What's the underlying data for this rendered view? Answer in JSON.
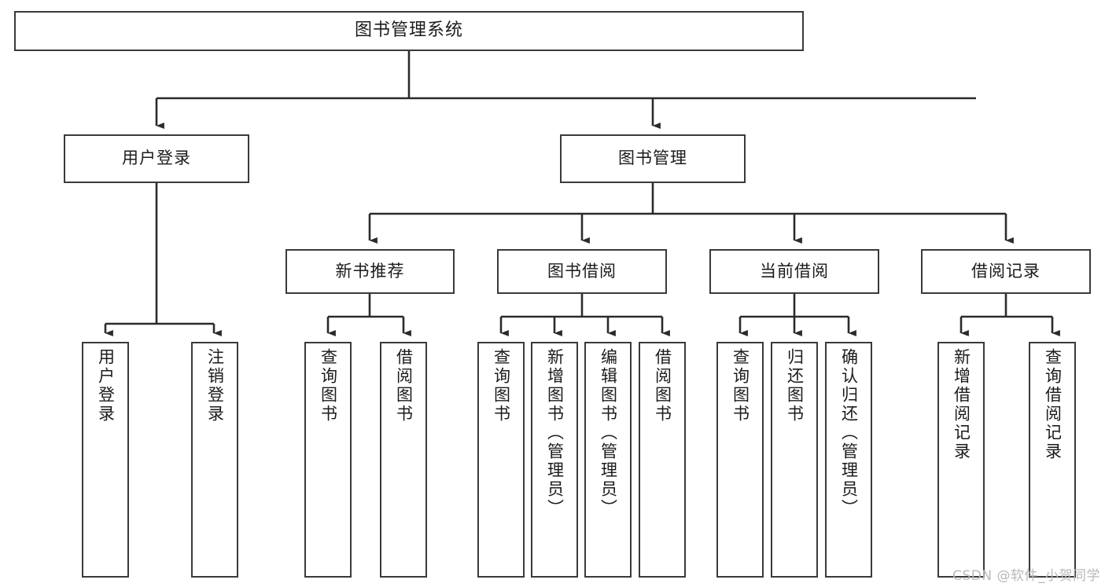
{
  "diagram": {
    "title": "图书管理系统",
    "type": "tree",
    "orientation": "top-down",
    "colors": {
      "background": "#ffffff",
      "node_border": "#3a3a3a",
      "node_fill": "#ffffff",
      "connector": "#2b2b2b",
      "text": "#1b1b1b",
      "watermark": "#b9b9b9"
    }
  },
  "root": {
    "label": "图书管理系统"
  },
  "level2": [
    {
      "label": "用户登录"
    },
    {
      "label": "图书管理"
    }
  ],
  "level3": [
    {
      "label": "新书推荐"
    },
    {
      "label": "图书借阅"
    },
    {
      "label": "当前借阅"
    },
    {
      "label": "借阅记录"
    }
  ],
  "leaves": {
    "user_login": [
      {
        "label": "用户登录"
      },
      {
        "label": "注销登录"
      }
    ],
    "new_book_recommend": [
      {
        "label": "查询图书"
      },
      {
        "label": "借阅图书"
      }
    ],
    "book_borrow": [
      {
        "label": "查询图书"
      },
      {
        "label": "新增图书（管理员）"
      },
      {
        "label": "编辑图书（管理员）"
      },
      {
        "label": "借阅图书"
      }
    ],
    "current_borrow": [
      {
        "label": "查询图书"
      },
      {
        "label": "归还图书"
      },
      {
        "label": "确认归还（管理员）"
      }
    ],
    "borrow_records": [
      {
        "label": "新增借阅记录"
      },
      {
        "label": "查询借阅记录"
      }
    ]
  },
  "watermark": {
    "text": "CSDN @软件_小贺同学"
  }
}
